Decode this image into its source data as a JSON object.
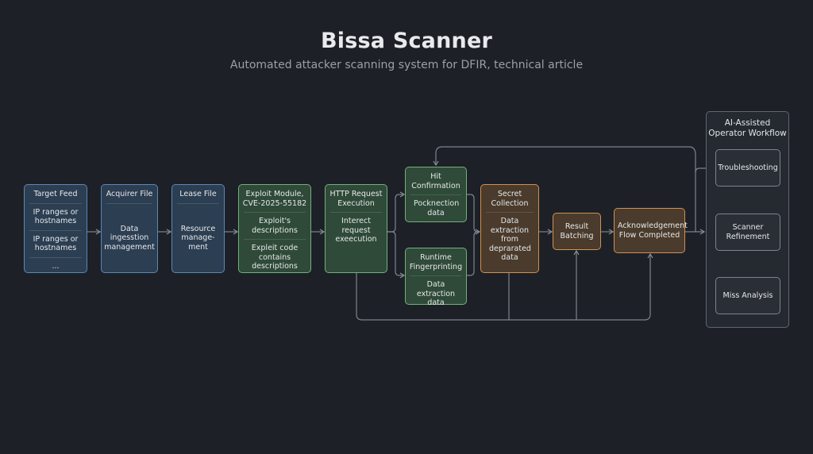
{
  "header": {
    "title": "Bissa Scanner",
    "subtitle": "Automated attacker scanning system for DFIR, technical article"
  },
  "colors": {
    "background": "#1d2026",
    "input_stage": "#5a88b8",
    "execution_stage": "#72b07e",
    "output_stage": "#d09050",
    "operator_stage": "#7d848e",
    "connector": "#8a9099"
  },
  "nodes": {
    "target_feed": {
      "title": "Target Feed",
      "items": [
        "IP ranges or hostnames",
        "IP ranges or hostnames",
        "..."
      ]
    },
    "acquirer_file": {
      "title": "Acquirer File",
      "body": "Data ingesstion management"
    },
    "lease_file": {
      "title": "Lease File",
      "body": "Resource manage-ment"
    },
    "exploit_module": {
      "title": "Exploit Module, CVE-2025-55182",
      "items": [
        "Exploit's descriptions",
        "Expleit code contains descriptions"
      ]
    },
    "http_request": {
      "title": "HTTP Request Execution",
      "body": "Interect request exeecution"
    },
    "hit_confirmation": {
      "title": "Hit Confirmation",
      "body": "Pocknection data"
    },
    "runtime_fingerprinting": {
      "title": "Runtime Fingerprinting",
      "body": "Data extraction data"
    },
    "secret_collection": {
      "title": "Secret Collection",
      "body": "Data extraction from deprarated data"
    },
    "result_batching": {
      "title": "Result Batching"
    },
    "acknowledgement": {
      "title": "Acknowledgement Flow Completed"
    }
  },
  "operator_panel": {
    "title": "AI-Assisted Operator Workflow",
    "steps": [
      "Troubleshooting",
      "Scanner Refinement",
      "Miss Analysis"
    ]
  }
}
